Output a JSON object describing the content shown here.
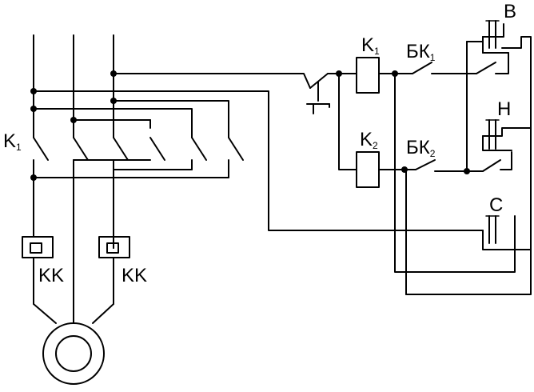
{
  "labels": {
    "k1_main": {
      "text": "K",
      "sub": "1"
    },
    "k1_coil": {
      "text": "K",
      "sub": "1"
    },
    "k2_coil": {
      "text": "K",
      "sub": "2"
    },
    "bk1": {
      "text": "БК",
      "sub": "1"
    },
    "bk2": {
      "text": "БК",
      "sub": "2"
    },
    "kk_left": "KK",
    "kk_right": "KK",
    "button_b": "В",
    "button_h": "Н",
    "button_c": "С"
  }
}
